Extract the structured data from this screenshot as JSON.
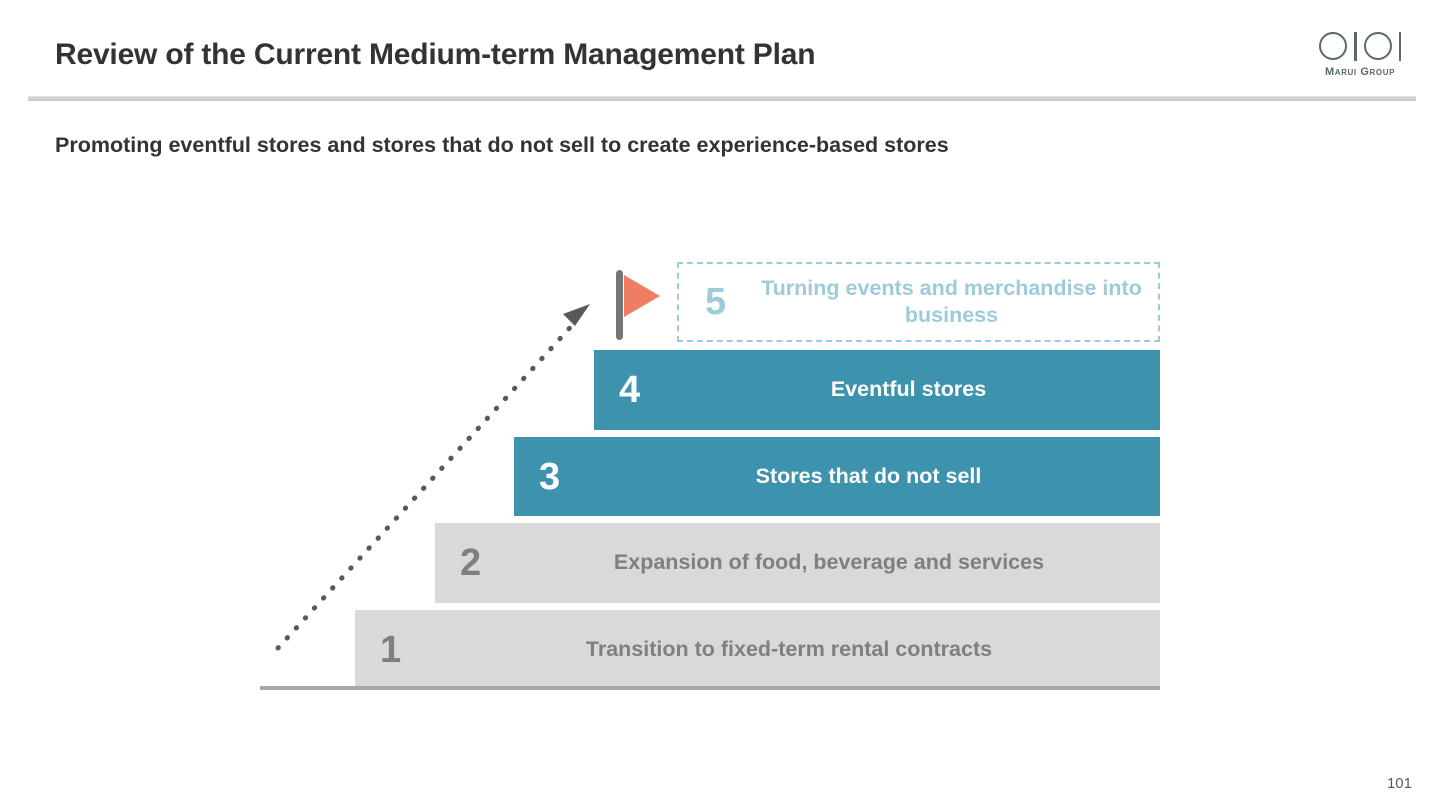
{
  "header": {
    "title": "Review of the Current Medium-term Management Plan",
    "logo": {
      "wordmark": "OIOI",
      "subtext": "Marui Group"
    }
  },
  "subtitle": "Promoting eventful stores and stores that do not sell to create experience-based stores",
  "diagram": {
    "type": "staircase",
    "steps": [
      {
        "number": "1",
        "label": "Transition to fixed-term rental contracts",
        "style": "gray"
      },
      {
        "number": "2",
        "label": "Expansion of food, beverage and services",
        "style": "gray"
      },
      {
        "number": "3",
        "label": "Stores that do not sell",
        "style": "teal"
      },
      {
        "number": "4",
        "label": "Eventful stores",
        "style": "teal"
      },
      {
        "number": "5",
        "label": "Turning events and merchandise into business",
        "style": "dashed"
      }
    ]
  },
  "colors": {
    "teal": "#3d92ad",
    "gray": "#d9d9d9",
    "gray_text": "#7f7f7f",
    "light_blue": "#9ecbdb",
    "coral": "#ef7d63",
    "pole_gray": "#767676",
    "title_text": "#333333"
  },
  "footer": {
    "page_number": "101"
  }
}
